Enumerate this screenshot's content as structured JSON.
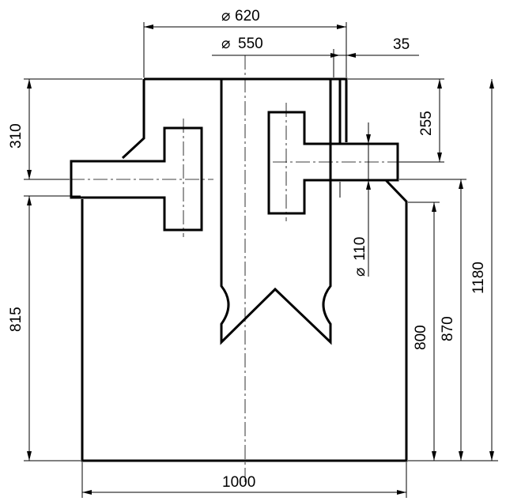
{
  "drawing": {
    "dimensions": {
      "outer_diameter": "620",
      "inner_diameter": "550",
      "wall_gap": "35",
      "inlet_height": "310",
      "outlet_height": "255",
      "pipe_diameter": "110",
      "body_height": "815",
      "total_height": "1180",
      "outlet_level": "870",
      "wall_height": "800",
      "base_width": "1000"
    },
    "diameter_symbol": "⌀"
  }
}
